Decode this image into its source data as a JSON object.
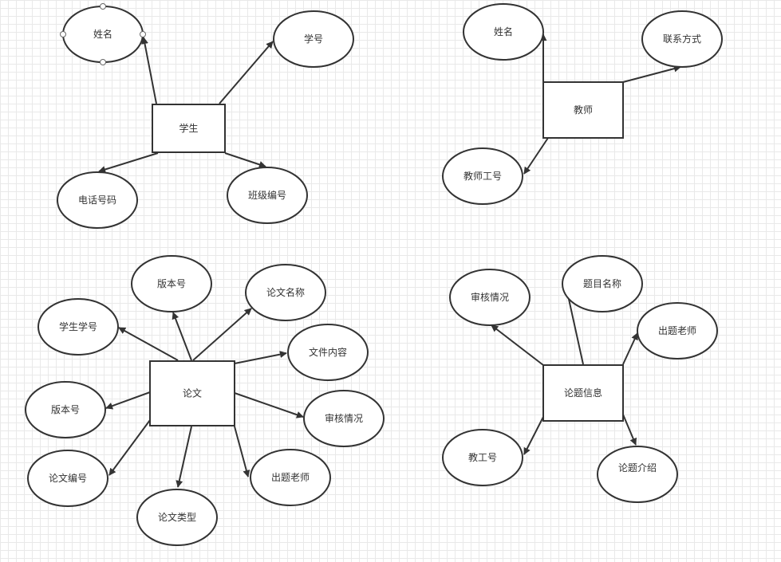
{
  "colors": {
    "stroke": "#333333",
    "fill": "#ffffff",
    "grid_minor": "#e9e9e9",
    "grid_major": "#d6d6d6",
    "handle": "#666666"
  },
  "diagrams": {
    "student": {
      "entity": "学生",
      "attributes": [
        "姓名",
        "学号",
        "电话号码",
        "班级编号"
      ]
    },
    "teacher": {
      "entity": "教师",
      "attributes": [
        "姓名",
        "联系方式",
        "教师工号"
      ]
    },
    "thesis": {
      "entity": "论文",
      "attributes": [
        "版本号",
        "论文名称",
        "学生学号",
        "文件内容",
        "版本号",
        "审核情况",
        "论文编号",
        "论文类型",
        "出题老师"
      ]
    },
    "topic": {
      "entity": "论题信息",
      "attributes": [
        "审核情况",
        "题目名称",
        "出题老师",
        "教工号",
        "论题介绍"
      ]
    }
  }
}
